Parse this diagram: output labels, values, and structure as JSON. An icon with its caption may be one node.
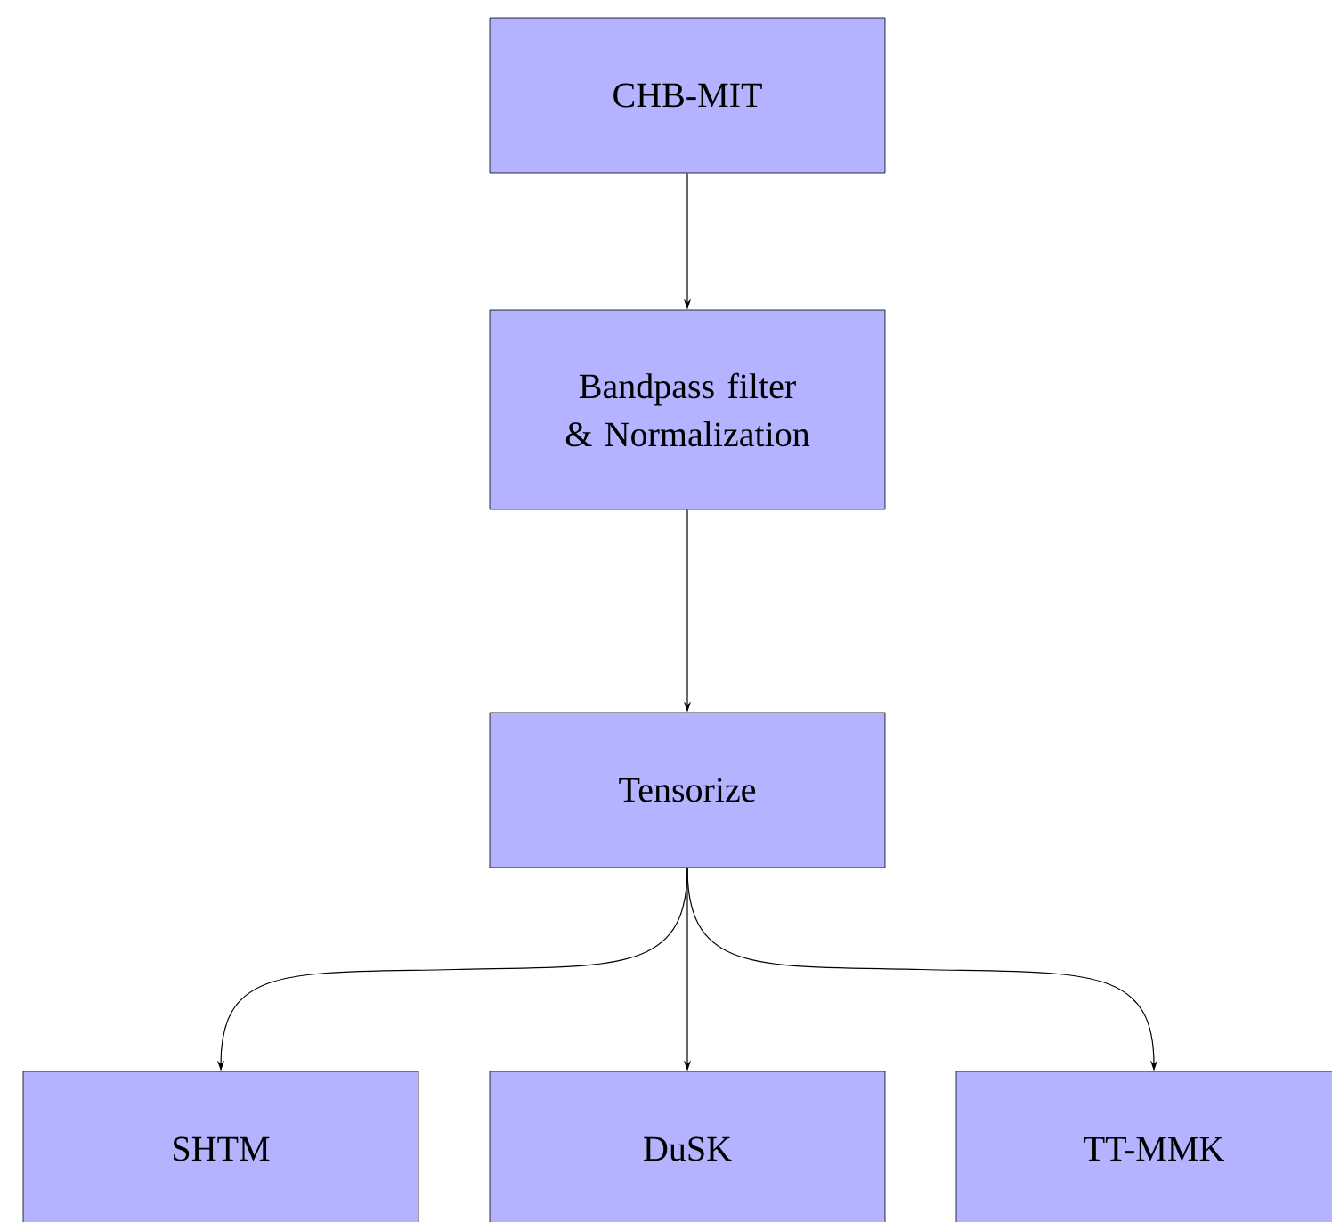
{
  "diagram": {
    "nodes": [
      {
        "text": [
          "CHB-MIT"
        ]
      },
      {
        "text": [
          "Bandpass filter & Normalization"
        ]
      },
      {
        "text": [
          "Tensorize"
        ]
      },
      {
        "text": [
          "SHTM"
        ]
      },
      {
        "text": [
          "DuSK"
        ]
      },
      {
        "text": [
          "TT-MMK"
        ]
      }
    ],
    "edges": [
      {
        "from": 0,
        "to": 1,
        "arrow": "to"
      },
      {
        "from": 1,
        "to": 2,
        "arrow": "to"
      },
      {
        "from": 2,
        "to": 3,
        "arrow": "to"
      },
      {
        "from": 2,
        "to": 4,
        "arrow": "to"
      },
      {
        "from": 2,
        "to": 5,
        "arrow": "to"
      }
    ]
  }
}
